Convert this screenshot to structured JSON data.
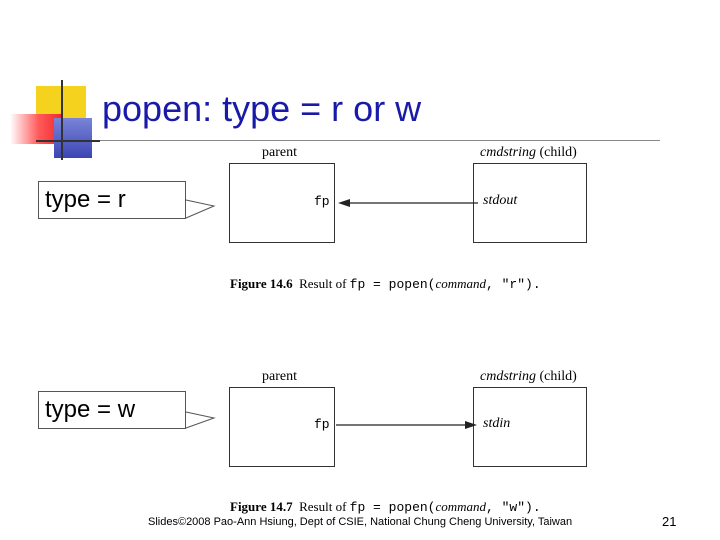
{
  "slide": {
    "title": "popen: type = r or w",
    "footer": "Slides©2008 Pao-Ann Hsiung, Dept of CSIE, National Chung Cheng University, Taiwan",
    "page_number": "21"
  },
  "callouts": {
    "read": "type = r",
    "write": "type = w"
  },
  "figure_r": {
    "parent_label": "parent",
    "child_label": "cmdstring",
    "child_suffix": "(child)",
    "parent_fd": "fp",
    "child_fd": "stdout",
    "caption_num": "Figure 14.6",
    "caption_pre": "Result of",
    "caption_code1": "fp = popen(",
    "caption_arg": "command",
    "caption_code2": ", \"r\").",
    "arrow_direction": "child-to-parent"
  },
  "figure_w": {
    "parent_label": "parent",
    "child_label": "cmdstring",
    "child_suffix": "(child)",
    "parent_fd": "fp",
    "child_fd": "stdin",
    "caption_num": "Figure 14.7",
    "caption_pre": "Result of",
    "caption_code1": "fp = popen(",
    "caption_arg": "command",
    "caption_code2": ", \"w\").",
    "arrow_direction": "parent-to-child"
  },
  "colors": {
    "title": "#1a1aa8",
    "logo_yellow": "#f5d21d",
    "logo_red": "#f0282a",
    "logo_blue": "#3c46b4"
  }
}
